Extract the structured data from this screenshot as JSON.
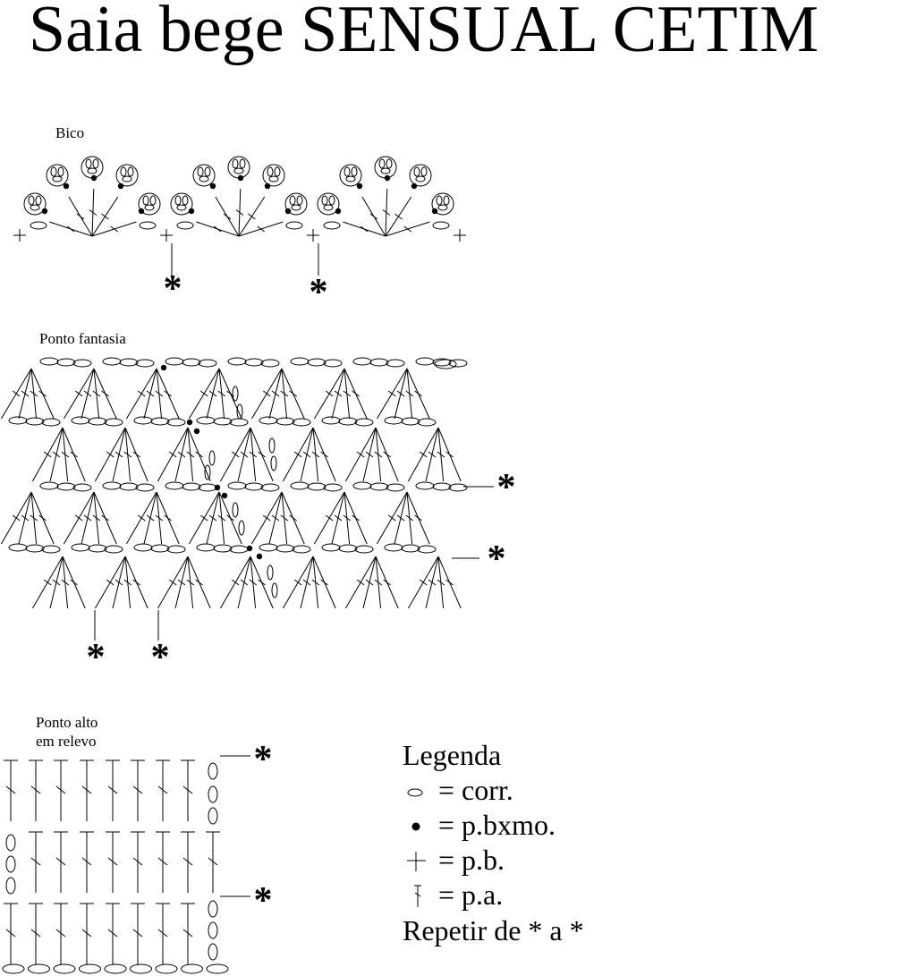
{
  "title": "Saia bege SENSUAL CETIM",
  "sections": {
    "bico": "Bico",
    "fantasia": "Ponto fantasia",
    "relevo_line1": "Ponto alto",
    "relevo_line2": "em relevo"
  },
  "repeat_marker": "*",
  "legend": {
    "title": "Legenda",
    "items": [
      {
        "symbol": "chain-oval-icon",
        "text": "= corr."
      },
      {
        "symbol": "slip-stitch-dot-icon",
        "text": "= p.bxmo."
      },
      {
        "symbol": "single-crochet-cross-icon",
        "text": "= p.b."
      },
      {
        "symbol": "double-crochet-icon",
        "text": "= p.a."
      }
    ],
    "repeat": "Repetir de * a *"
  },
  "colors": {
    "ink": "#000000",
    "background": "#ffffff"
  }
}
